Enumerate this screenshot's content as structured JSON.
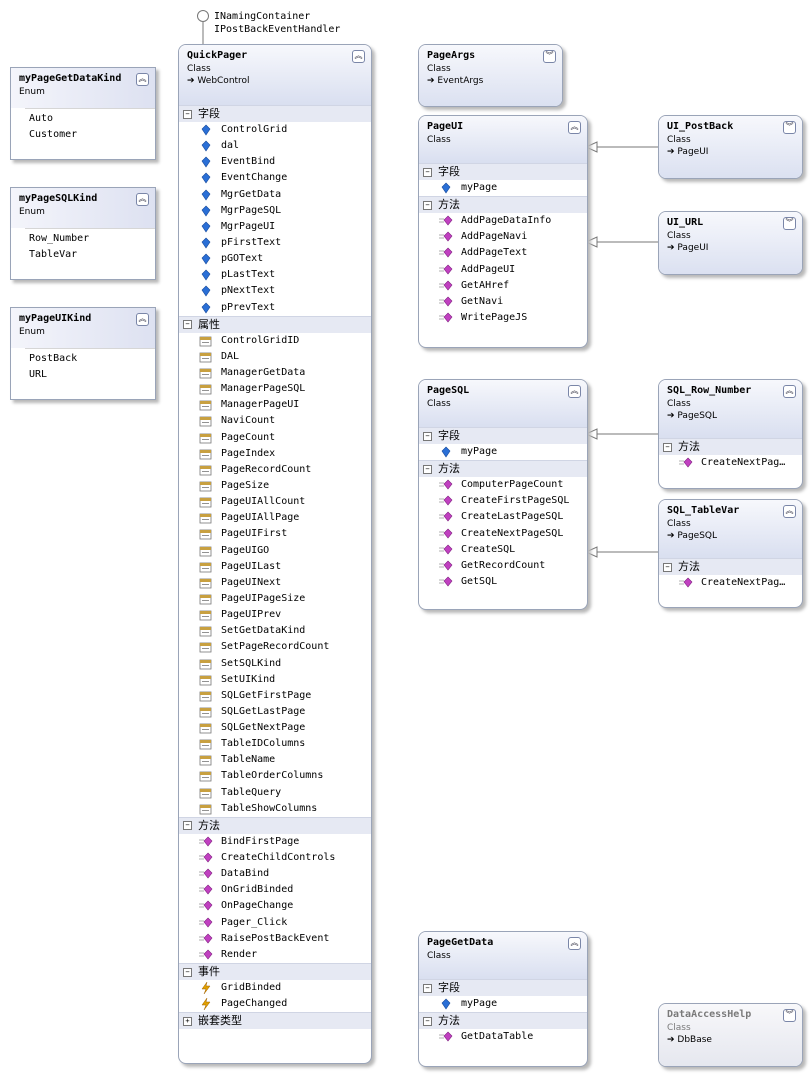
{
  "interfaces": [
    "INamingContainer",
    "IPostBackEventHandler"
  ],
  "enums": [
    {
      "id": "getdata",
      "name": "myPageGetDataKind",
      "stereotype": "Enum",
      "values": [
        "Auto",
        "Customer"
      ]
    },
    {
      "id": "sql",
      "name": "myPageSQLKind",
      "stereotype": "Enum",
      "values": [
        "Row_Number",
        "TableVar"
      ]
    },
    {
      "id": "ui",
      "name": "myPageUIKind",
      "stereotype": "Enum",
      "values": [
        "PostBack",
        "URL"
      ]
    }
  ],
  "quickpager": {
    "name": "QuickPager",
    "stereotype": "Class",
    "base": "WebControl",
    "sections": [
      {
        "label": "字段",
        "expanded": true,
        "kind": "field",
        "members": [
          "ControlGrid",
          "dal",
          "EventBind",
          "EventChange",
          "MgrGetData",
          "MgrPageSQL",
          "MgrPageUI",
          "pFirstText",
          "pGOText",
          "pLastText",
          "pNextText",
          "pPrevText"
        ]
      },
      {
        "label": "属性",
        "expanded": true,
        "kind": "property",
        "members": [
          "ControlGridID",
          "DAL",
          "ManagerGetData",
          "ManagerPageSQL",
          "ManagerPageUI",
          "NaviCount",
          "PageCount",
          "PageIndex",
          "PageRecordCount",
          "PageSize",
          "PageUIAllCount",
          "PageUIAllPage",
          "PageUIFirst",
          "PageUIGO",
          "PageUILast",
          "PageUINext",
          "PageUIPageSize",
          "PageUIPrev",
          "SetGetDataKind",
          "SetPageRecordCount",
          "SetSQLKind",
          "SetUIKind",
          "SQLGetFirstPage",
          "SQLGetLastPage",
          "SQLGetNextPage",
          "TableIDColumns",
          "TableName",
          "TableOrderColumns",
          "TableQuery",
          "TableShowColumns"
        ]
      },
      {
        "label": "方法",
        "expanded": true,
        "kind": "method",
        "members": [
          "BindFirstPage",
          "CreateChildControls",
          "DataBind",
          "OnGridBinded",
          "OnPageChange",
          "Pager_Click",
          "RaisePostBackEvent",
          "Render"
        ]
      },
      {
        "label": "事件",
        "expanded": true,
        "kind": "event",
        "members": [
          "GridBinded",
          "PageChanged"
        ]
      },
      {
        "label": "嵌套类型",
        "expanded": false,
        "kind": "nested",
        "members": []
      }
    ]
  },
  "pageargs": {
    "name": "PageArgs",
    "stereotype": "Class",
    "base": "EventArgs"
  },
  "pageui": {
    "name": "PageUI",
    "stereotype": "Class",
    "sections": [
      {
        "label": "字段",
        "kind": "field",
        "members": [
          "myPage"
        ]
      },
      {
        "label": "方法",
        "kind": "method",
        "members": [
          "AddPageDataInfo",
          "AddPageNavi",
          "AddPageText",
          "AddPageUI",
          "GetAHref",
          "GetNavi",
          "WritePageJS"
        ]
      }
    ]
  },
  "ui_postback": {
    "name": "UI_PostBack",
    "stereotype": "Class",
    "base": "PageUI"
  },
  "ui_url": {
    "name": "UI_URL",
    "stereotype": "Class",
    "base": "PageUI"
  },
  "pagesql": {
    "name": "PageSQL",
    "stereotype": "Class",
    "sections": [
      {
        "label": "字段",
        "kind": "field",
        "members": [
          "myPage"
        ]
      },
      {
        "label": "方法",
        "kind": "method",
        "members": [
          "ComputerPageCount",
          "CreateFirstPageSQL",
          "CreateLastPageSQL",
          "CreateNextPageSQL",
          "CreateSQL",
          "GetRecordCount",
          "GetSQL"
        ]
      }
    ]
  },
  "sql_row_number": {
    "name": "SQL_Row_Number",
    "stereotype": "Class",
    "base": "PageSQL",
    "sections": [
      {
        "label": "方法",
        "kind": "method",
        "members": [
          "CreateNextPag…"
        ]
      }
    ]
  },
  "sql_tablevar": {
    "name": "SQL_TableVar",
    "stereotype": "Class",
    "base": "PageSQL",
    "sections": [
      {
        "label": "方法",
        "kind": "method",
        "members": [
          "CreateNextPag…"
        ]
      }
    ]
  },
  "pagegetdata": {
    "name": "PageGetData",
    "stereotype": "Class",
    "sections": [
      {
        "label": "字段",
        "kind": "field",
        "members": [
          "myPage"
        ]
      },
      {
        "label": "方法",
        "kind": "method",
        "members": [
          "GetDataTable"
        ]
      }
    ]
  },
  "dataaccesshelp": {
    "name": "DataAccessHelp",
    "stereotype": "Class",
    "base": "DbBase"
  },
  "colors": {
    "header_top": "#f7f8fc",
    "header_bottom": "#d9dff0",
    "section": "#e6e9f3",
    "border": "#9aa4b8",
    "method_icon": "#c040c0",
    "field_icon": "#2a6fd6",
    "property_icon": "#c8a040",
    "event_icon": "#e0a000"
  }
}
